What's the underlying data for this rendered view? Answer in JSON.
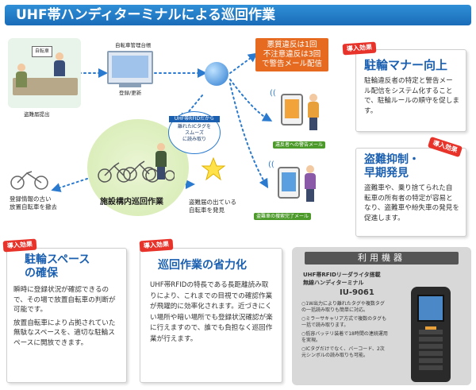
{
  "title": "UHF帯ハンディターミナルによる巡回作業",
  "top_left": {
    "ledger_label": "自転車管理台帳",
    "register_label": "登録/更新",
    "theft_report_label": "盗難届提出",
    "sign_label": "自転車"
  },
  "center": {
    "patrol_label": "施設構内巡回作業",
    "rfid_bubble_title": "UHF帯RFIDだから",
    "rfid_bubble_text": "離れたICタグを\nスムーズ\nに読み取り",
    "old_info_label": "登録情報の古い\n放置自転車を撤去",
    "theft_found_label": "盗難届の出ている\n自転車を発見"
  },
  "alert": {
    "text": "悪質違反は1回\n不注意違反は3回\nで警告メール配信",
    "violator_caption": "違反者への警告メール",
    "owner_caption": "盗難車の捜索完了メール"
  },
  "badge_label": "導入効果",
  "effects": [
    {
      "title": "駐輪マナー向上",
      "body": "駐輪違反者の特定と警告メール配信をシステム化することで、駐輪ルールの順守を促します。"
    },
    {
      "title": "盗難抑制・\n早期発見",
      "body": "盗難車や、乗り捨てられた自転車の所有者の特定が容易となり、盗難車や紛失車の発見を促進します。"
    },
    {
      "title": "駐輪スペース\nの確保",
      "body1": "瞬時に登録状況が確認できるので、その場で放置自転車の判断が可能です。",
      "body2": "放置自転車により占拠されていた無駄なスペースを、適切な駐輪スペースに開放できます。"
    },
    {
      "title": "巡回作業の省力化",
      "body": "UHF帯RFIDの特長である長距離読み取りにより、これまでの目視での確認作業が飛躍的に効率化されます。近づきにくい場所や暗い場所でも登録状況確認が楽に行えますので、誰でも負担なく巡回作業が行えます。"
    }
  ],
  "device": {
    "header": "利用機器",
    "name_line1": "UHF帯RFIDリーダライタ搭載",
    "name_line2": "無線ハンディターミナル",
    "model": "IU-9061",
    "features": [
      "○1W出力により離れたタグや複数タグの一括読み取りも簡単に対応。",
      "○ミラーサキャリア方式で複数のタグも一括で読み取ります。",
      "○低容バッテリ装着で18時間の連続運用を実現。",
      "○ICタグだけでなく、バーコード、2次元シンボルの読み取りも可能。"
    ]
  },
  "colors": {
    "title_blue": "#1a6cb8",
    "effect_title_blue": "#1a5fb0",
    "badge_red": "#e8332a",
    "alert_orange": "#e66a1f",
    "caption_green": "#4c9a2a"
  }
}
